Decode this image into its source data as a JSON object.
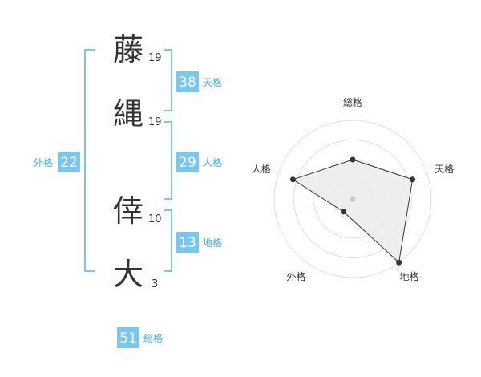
{
  "name": {
    "chars": [
      {
        "char": "藤",
        "strokes": "19"
      },
      {
        "char": "縄",
        "strokes": "19"
      },
      {
        "char": "倖",
        "strokes": "10"
      },
      {
        "char": "大",
        "strokes": "3"
      }
    ]
  },
  "fortunes": {
    "tenkaku": {
      "value": "38",
      "label": "天格"
    },
    "jinkaku": {
      "value": "29",
      "label": "人格"
    },
    "chikaku": {
      "value": "13",
      "label": "地格"
    },
    "gaikaku": {
      "value": "22",
      "label": "外格"
    },
    "soukaku": {
      "value": "51",
      "label": "総格"
    }
  },
  "chart_data": {
    "type": "radar",
    "axes": [
      "総格",
      "天格",
      "地格",
      "外格",
      "人格"
    ],
    "values": [
      0.5,
      0.8,
      1.0,
      0.2,
      0.8
    ],
    "rings": 4,
    "fill_color": "#ebebeb",
    "line_color": "#333333",
    "grid_color": "#dedede"
  },
  "colors": {
    "accent": "#7cc6ee",
    "accent_text": "#44aee6",
    "text": "#333333"
  }
}
